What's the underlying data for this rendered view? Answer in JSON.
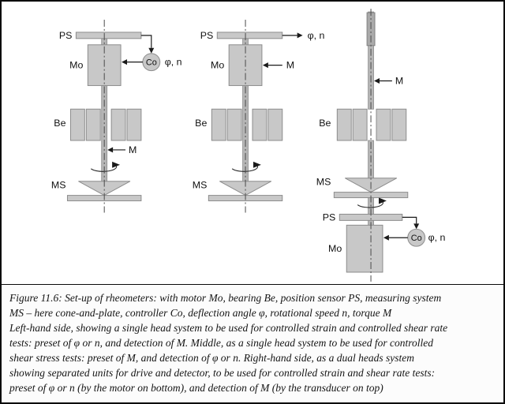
{
  "labels": {
    "ps": "PS",
    "mo": "Mo",
    "co": "Co",
    "be": "Be",
    "ms": "MS",
    "torque": "M",
    "phi_n": "φ, n"
  },
  "caption": {
    "lines": [
      "Figure 11.6: Set-up of rheometers: with motor Mo, bearing Be, position sensor PS, measuring system",
      "MS – here cone-and-plate, controller Co, deflection angle φ, rotational speed n, torque M",
      "Left-hand side, showing a single head system to be used for controlled strain and controlled shear rate",
      "tests: preset of φ or n, and detection of M. Middle, as a single head system to be used for controlled",
      "shear stress tests: preset of M, and detection of φ or n. Right-hand side, as a dual heads system",
      "showing separated units for drive and detector, to be used for controlled strain and shear rate tests:",
      "preset of φ or n (by the motor on bottom), and detection of M (by the transducer on top)"
    ]
  },
  "colors": {
    "component_fill": "#c8c8c8",
    "component_stroke": "#8c8c8c",
    "shaft_fill": "#b6b6b6",
    "arrow_color": "#1a1a1a",
    "text_color": "#111111"
  }
}
